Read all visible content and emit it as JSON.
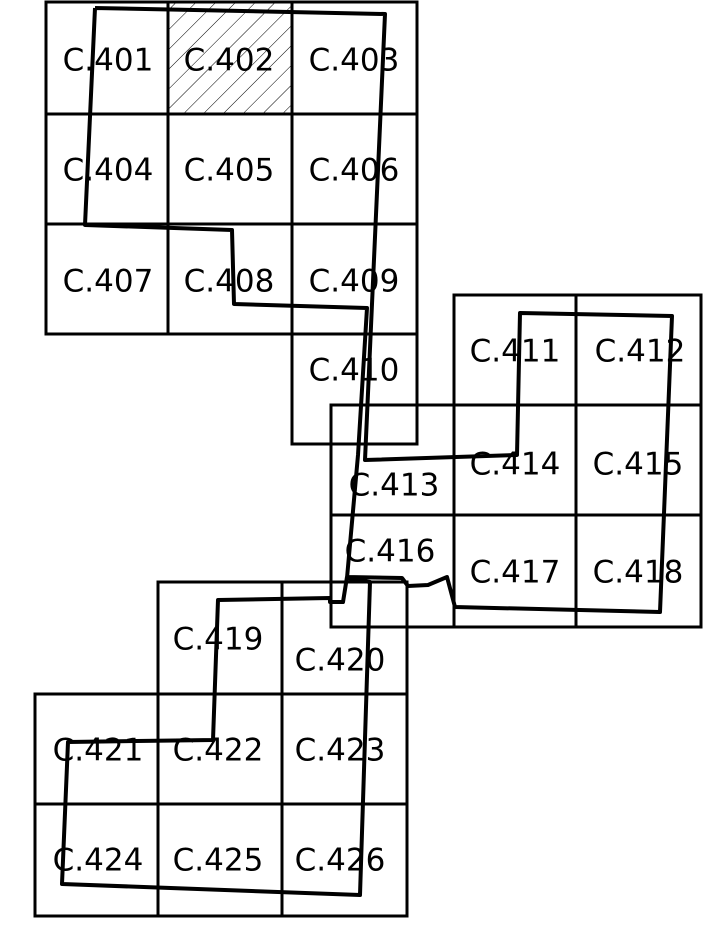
{
  "sheets": [
    {
      "id": "C.401",
      "label": "C.401",
      "hatched": false
    },
    {
      "id": "C.402",
      "label": "C.402",
      "hatched": true
    },
    {
      "id": "C.403",
      "label": "C.403",
      "hatched": false
    },
    {
      "id": "C.404",
      "label": "C.404",
      "hatched": false
    },
    {
      "id": "C.405",
      "label": "C.405",
      "hatched": false
    },
    {
      "id": "C.406",
      "label": "C.406",
      "hatched": false
    },
    {
      "id": "C.407",
      "label": "C.407",
      "hatched": false
    },
    {
      "id": "C.408",
      "label": "C.408",
      "hatched": false
    },
    {
      "id": "C.409",
      "label": "C.409",
      "hatched": false
    },
    {
      "id": "C.410",
      "label": "C.410",
      "hatched": false
    },
    {
      "id": "C.411",
      "label": "C.411",
      "hatched": false
    },
    {
      "id": "C.412",
      "label": "C.412",
      "hatched": false
    },
    {
      "id": "C.413",
      "label": "C.413",
      "hatched": false
    },
    {
      "id": "C.414",
      "label": "C.414",
      "hatched": false
    },
    {
      "id": "C.415",
      "label": "C.415",
      "hatched": false
    },
    {
      "id": "C.416",
      "label": "C.416",
      "hatched": false
    },
    {
      "id": "C.417",
      "label": "C.417",
      "hatched": false
    },
    {
      "id": "C.418",
      "label": "C.418",
      "hatched": false
    },
    {
      "id": "C.419",
      "label": "C.419",
      "hatched": false
    },
    {
      "id": "C.420",
      "label": "C.420",
      "hatched": false
    },
    {
      "id": "C.421",
      "label": "C.421",
      "hatched": false
    },
    {
      "id": "C.422",
      "label": "C.422",
      "hatched": false
    },
    {
      "id": "C.423",
      "label": "C.423",
      "hatched": false
    },
    {
      "id": "C.424",
      "label": "C.424",
      "hatched": false
    },
    {
      "id": "C.425",
      "label": "C.425",
      "hatched": false
    },
    {
      "id": "C.426",
      "label": "C.426",
      "hatched": false
    }
  ],
  "colors": {
    "line": "#000000",
    "background": "#ffffff"
  }
}
